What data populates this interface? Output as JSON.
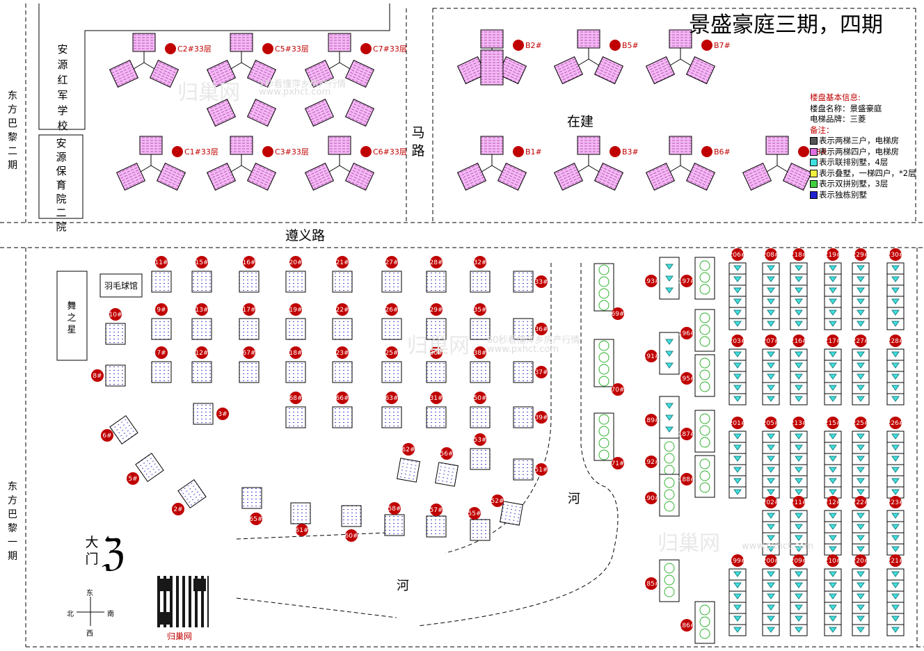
{
  "title": "景盛豪庭三期，四期",
  "roads": {
    "zunyi": "遵义路",
    "ma": "马路",
    "he_top": "河",
    "he_bottom": "河",
    "dongfang_bali_2": "东方巴黎二期",
    "dongfang_bali_1": "东方巴黎一期"
  },
  "places": {
    "school": "安源红军学校",
    "kindergarten": "安源保育院二院",
    "badminton": "羽毛球馆",
    "wuzhixing": "舞之星",
    "zaijian": "在建",
    "gate": "大门"
  },
  "compass": {
    "north": "北",
    "south": "南",
    "east": "东",
    "west": "西"
  },
  "qr_label": "归巢网",
  "watermarks": [
    "归巢网",
    "1秒看懂萍乡房产行情",
    "www.pxhct.com",
    "60秒看懂萍乡房产行情"
  ],
  "info": {
    "heading": "楼盘基本信息:",
    "name": "楼盘名称：景盛豪庭",
    "elevator": "电梯品牌：三菱",
    "note_label": "备注：",
    "legend": [
      {
        "label": "表示两梯三户，电梯房",
        "color": "#555555"
      },
      {
        "label": "表示两梯四户，电梯房",
        "color": "#e070e0"
      },
      {
        "label": "表示联排别墅，4层",
        "color": "#40e0e0"
      },
      {
        "label": "表示叠墅，一梯四户，*2层",
        "color": "#f0f040"
      },
      {
        "label": "表示双拼别墅，3层",
        "color": "#40d040"
      },
      {
        "label": "表示独栋别墅",
        "color": "#2020d0"
      }
    ]
  },
  "towers": [
    {
      "label": "C2#33层"
    },
    {
      "label": "C5#33层"
    },
    {
      "label": "C7#33层"
    },
    {
      "label": "C1#33层"
    },
    {
      "label": "C3#33层"
    },
    {
      "label": "C6#33层"
    },
    {
      "label": "B2#"
    },
    {
      "label": "B5#"
    },
    {
      "label": "B7#"
    },
    {
      "label": "B1#"
    },
    {
      "label": "B3#"
    },
    {
      "label": "B6#"
    },
    {
      "label": "B8#"
    }
  ],
  "villas": [
    "11#",
    "15#",
    "16#",
    "20#",
    "21#",
    "27#",
    "28#",
    "32#",
    "33#",
    "10#",
    "9#",
    "13#",
    "17#",
    "19#",
    "22#",
    "26#",
    "29#",
    "35#",
    "36#",
    "8#",
    "7#",
    "12#",
    "67#",
    "18#",
    "23#",
    "25#",
    "30#",
    "38#",
    "37#",
    "3#",
    "68#",
    "66#",
    "63#",
    "31#",
    "50#",
    "39#",
    "6#",
    "5#",
    "2#",
    "62#",
    "56#",
    "53#",
    "51#",
    "65#",
    "61#",
    "60#",
    "58#",
    "57#",
    "55#",
    "52#"
  ],
  "semi": [
    "69#",
    "70#",
    "71#"
  ],
  "row_left": [
    "193#",
    "197#",
    "191#",
    "196#",
    "189#",
    "195#",
    "192#",
    "187#",
    "190#",
    "188#",
    "185#",
    "186#"
  ],
  "row_top": [
    "206#",
    "208#",
    "218#",
    "219#",
    "229#",
    "230#"
  ],
  "row2": [
    "203#",
    "207#",
    "216#",
    "217#",
    "227#",
    "228#"
  ],
  "row3": [
    "201#",
    "205#",
    "213#",
    "215#",
    "225#",
    "226#"
  ],
  "row4": [
    "202#",
    "211#",
    "212#",
    "222#",
    "223#"
  ],
  "row5": [
    "199#",
    "200#",
    "209#",
    "210#",
    "220#",
    "221#"
  ]
}
